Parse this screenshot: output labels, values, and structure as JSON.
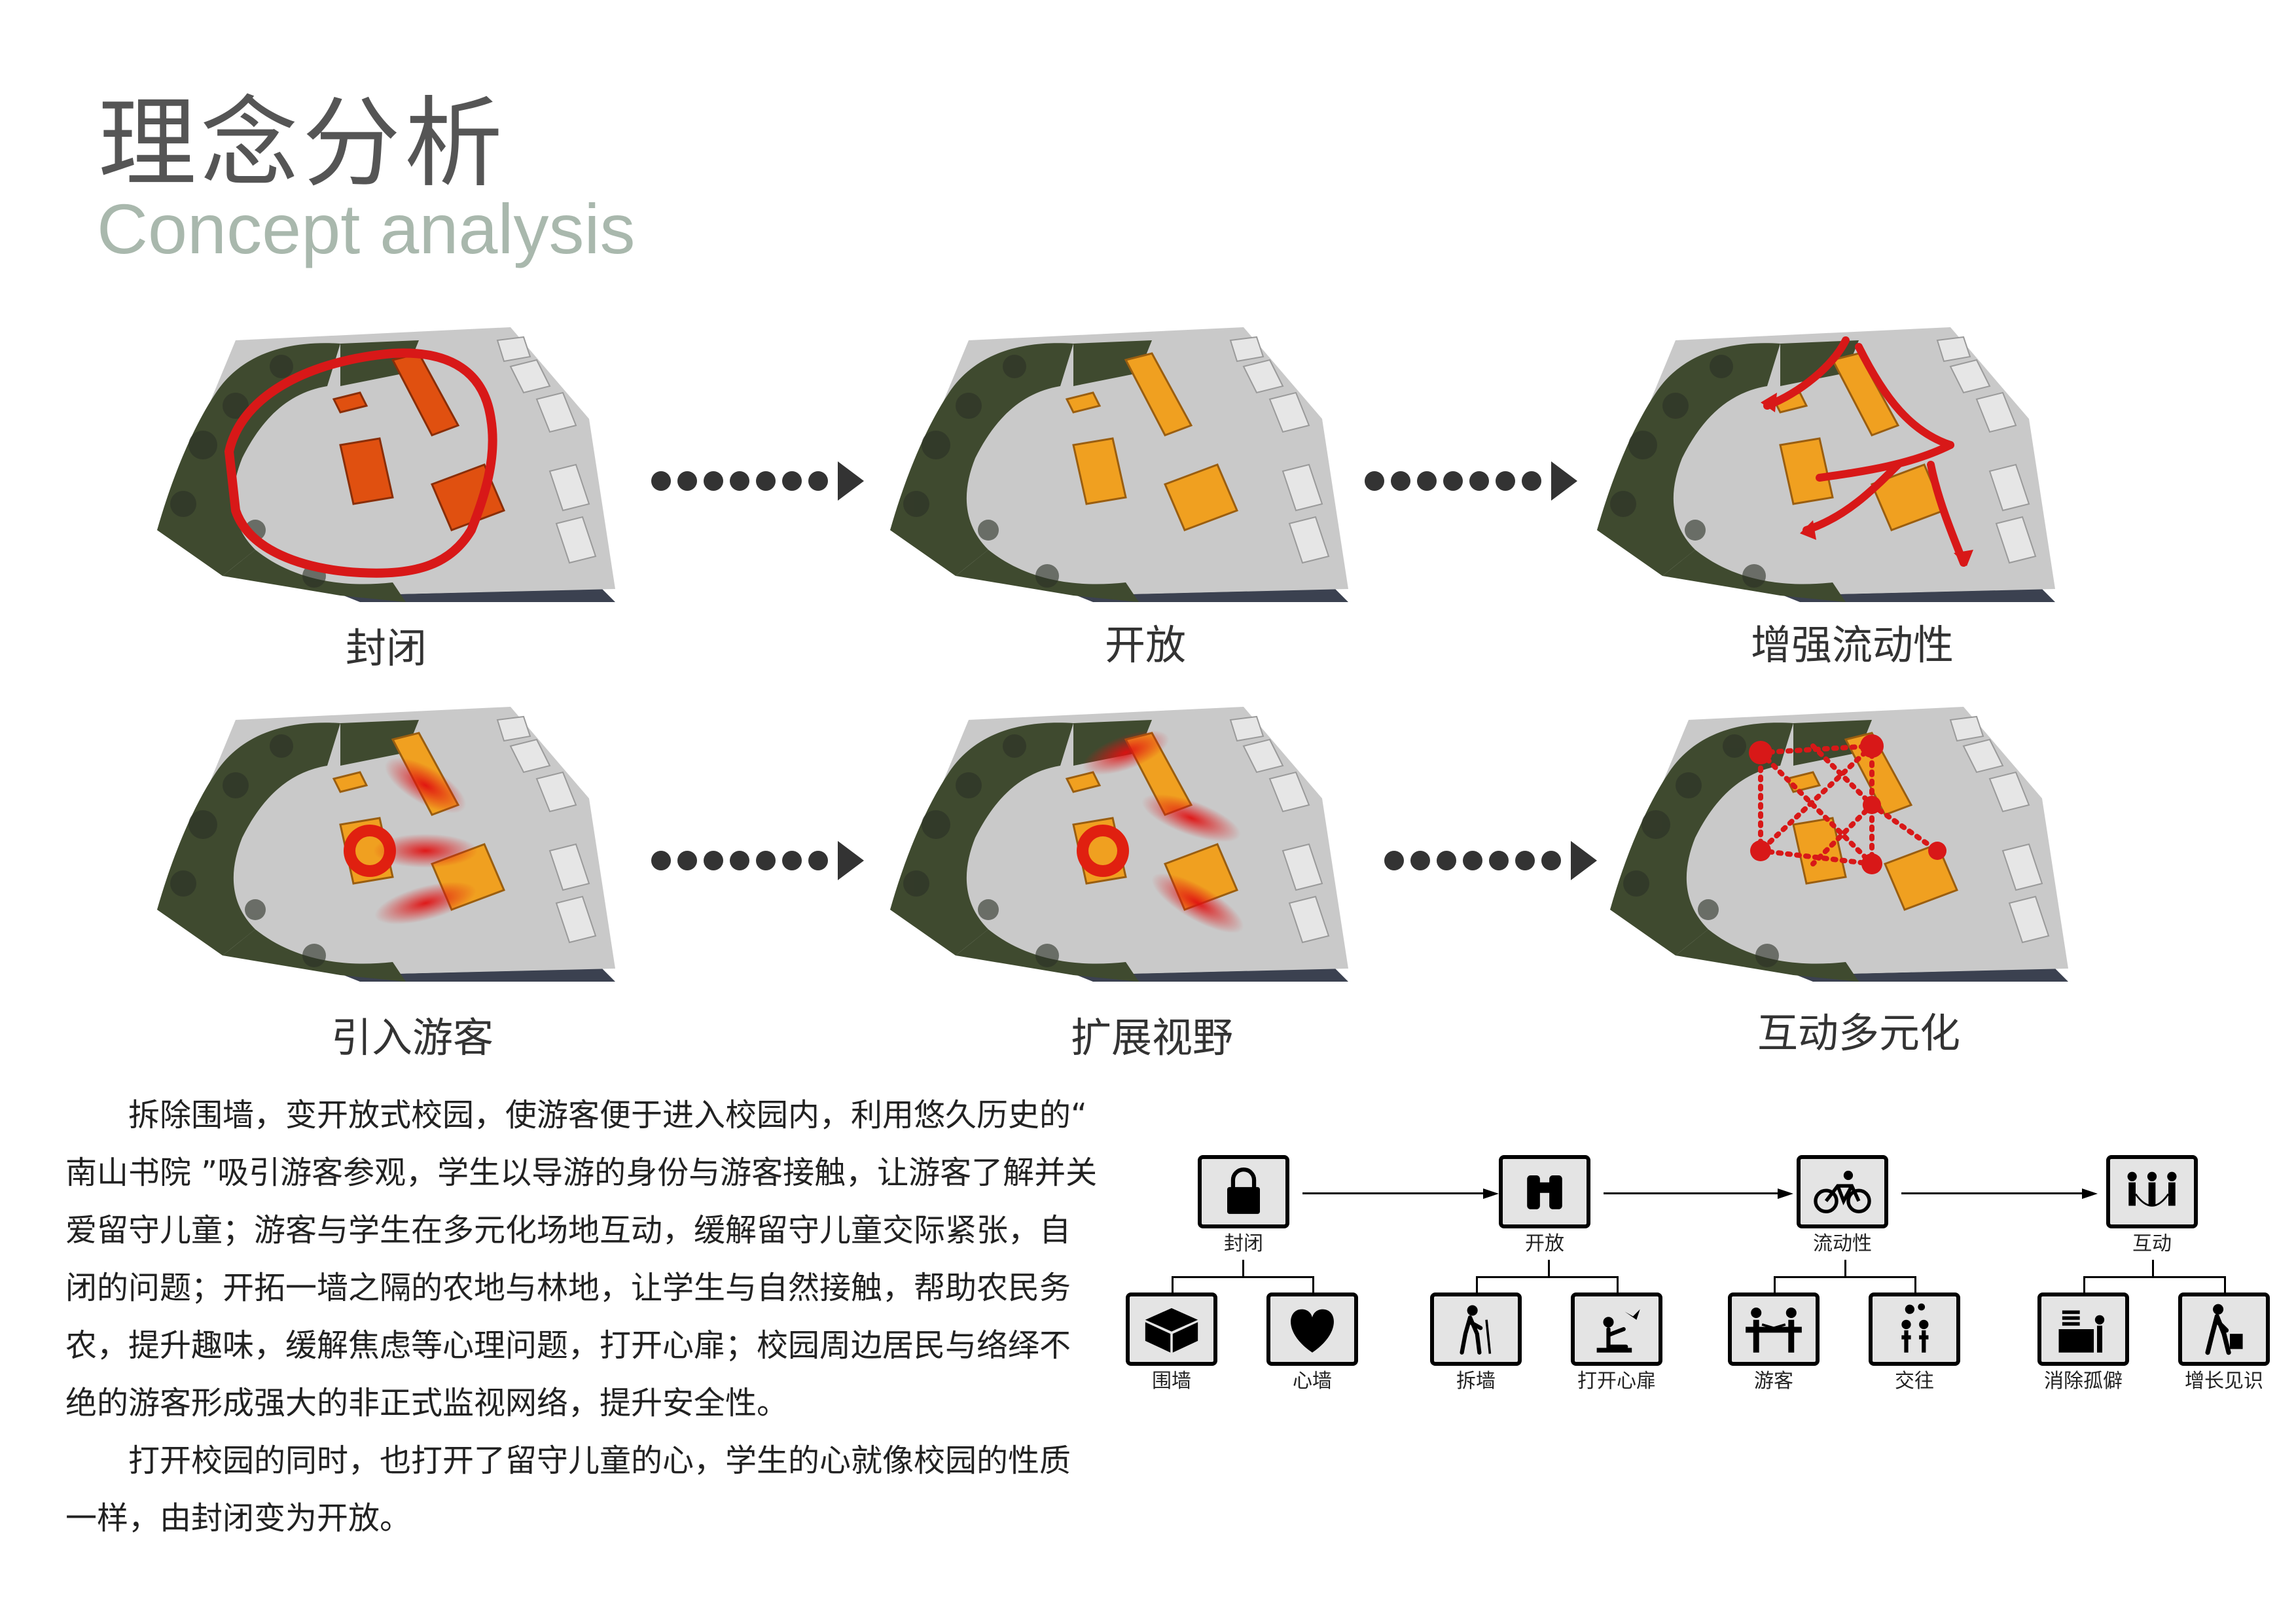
{
  "title": "理念分析",
  "subtitle": "Concept analysis",
  "panels": [
    {
      "label": "封闭"
    },
    {
      "label": "开放"
    },
    {
      "label": "增强流动性"
    },
    {
      "label": "引入游客"
    },
    {
      "label": "扩展视野"
    },
    {
      "label": "互动多元化"
    }
  ],
  "paragraphs": [
    "拆除围墙，变开放式校园，使游客便于进入校园内，利用悠久历史的“ 南山书院 ”吸引游客参观，学生以导游的身份与游客接触，让游客了解并关爱留守儿童；游客与学生在多元化场地互动，缓解留守儿童交际紧张，自闭的问题；开拓一墙之隔的农地与林地，让学生与自然接触，帮助农民务农，提升趣味，缓解焦虑等心理问题，打开心扉；校园周边居民与络绎不绝的游客形成强大的非正式监视网络，提升安全性。",
    "打开校园的同时，也打开了留守儿童的心，学生的心就像校园的性质一样，由封闭变为开放。"
  ],
  "flow": {
    "top": [
      {
        "label": "封闭",
        "icon": "lock-icon"
      },
      {
        "label": "开放",
        "icon": "binoculars-icon"
      },
      {
        "label": "流动性",
        "icon": "bicycle-icon"
      },
      {
        "label": "互动",
        "icon": "jump-rope-icon"
      }
    ],
    "bottom": [
      {
        "label": "围墙",
        "icon": "box-icon"
      },
      {
        "label": "心墙",
        "icon": "heart-icon"
      },
      {
        "label": "拆墙",
        "icon": "hiker-icon"
      },
      {
        "label": "打开心扉",
        "icon": "release-bird-icon"
      },
      {
        "label": "游客",
        "icon": "reception-icon"
      },
      {
        "label": "交往",
        "icon": "conversation-icon"
      },
      {
        "label": "消除孤僻",
        "icon": "desk-icon"
      },
      {
        "label": "增长见识",
        "icon": "traveler-icon"
      }
    ]
  },
  "colors": {
    "ground": "#c9c9c9",
    "shadow": "#3b4150",
    "trees": "#3f4a2f",
    "buildings_warm": "#f0a020",
    "buildings_red": "#e05010",
    "highlight": "#d81818",
    "title_en": "#a9b8ad"
  }
}
